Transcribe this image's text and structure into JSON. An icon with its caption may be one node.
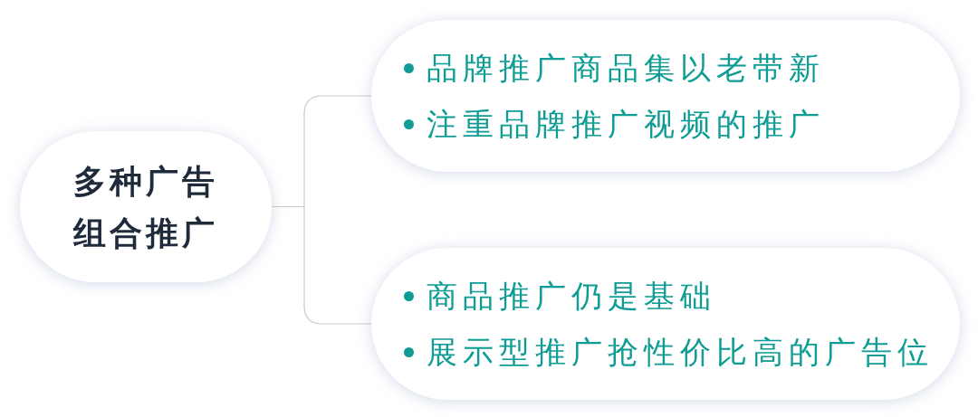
{
  "diagram": {
    "nodes": [
      {
        "text": [
          "多种广告组合推广"
        ]
      },
      {
        "text": [
          "品牌推广商品集以老带新",
          "注重品牌推广视频的推广"
        ]
      },
      {
        "text": [
          "商品推广仍是基础",
          "展示型推广抢性价比高的广告位"
        ]
      }
    ],
    "edges": [
      {
        "from": 0,
        "to": 1,
        "arrow": "none"
      },
      {
        "from": 0,
        "to": 2,
        "arrow": "none"
      }
    ]
  }
}
